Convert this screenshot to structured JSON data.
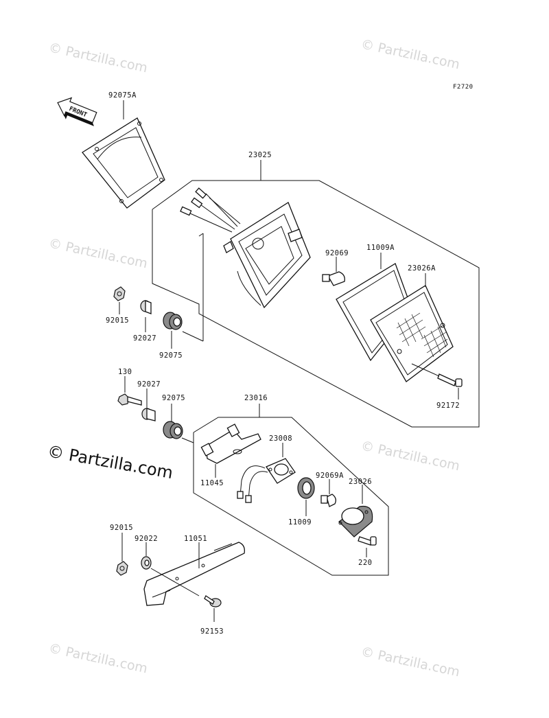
{
  "diagram_code": "F2720",
  "front_label": "FRONT",
  "watermark_small": "© Partzilla.com",
  "watermark_large": "© Partzilla.com",
  "parts": {
    "p92075A": "92075A",
    "p23025": "23025",
    "p92069": "92069",
    "p11009A": "11009A",
    "p23026A": "23026A",
    "p92015_a": "92015",
    "p92027_a": "92027",
    "p92075_a": "92075",
    "p92172": "92172",
    "p130": "130",
    "p92027_b": "92027",
    "p92075_b": "92075",
    "p23016": "23016",
    "p23008": "23008",
    "p11045": "11045",
    "p92069A": "92069A",
    "p23026": "23026",
    "p11009": "11009",
    "p220": "220",
    "p92015_b": "92015",
    "p92022": "92022",
    "p11051": "11051",
    "p92153": "92153"
  }
}
